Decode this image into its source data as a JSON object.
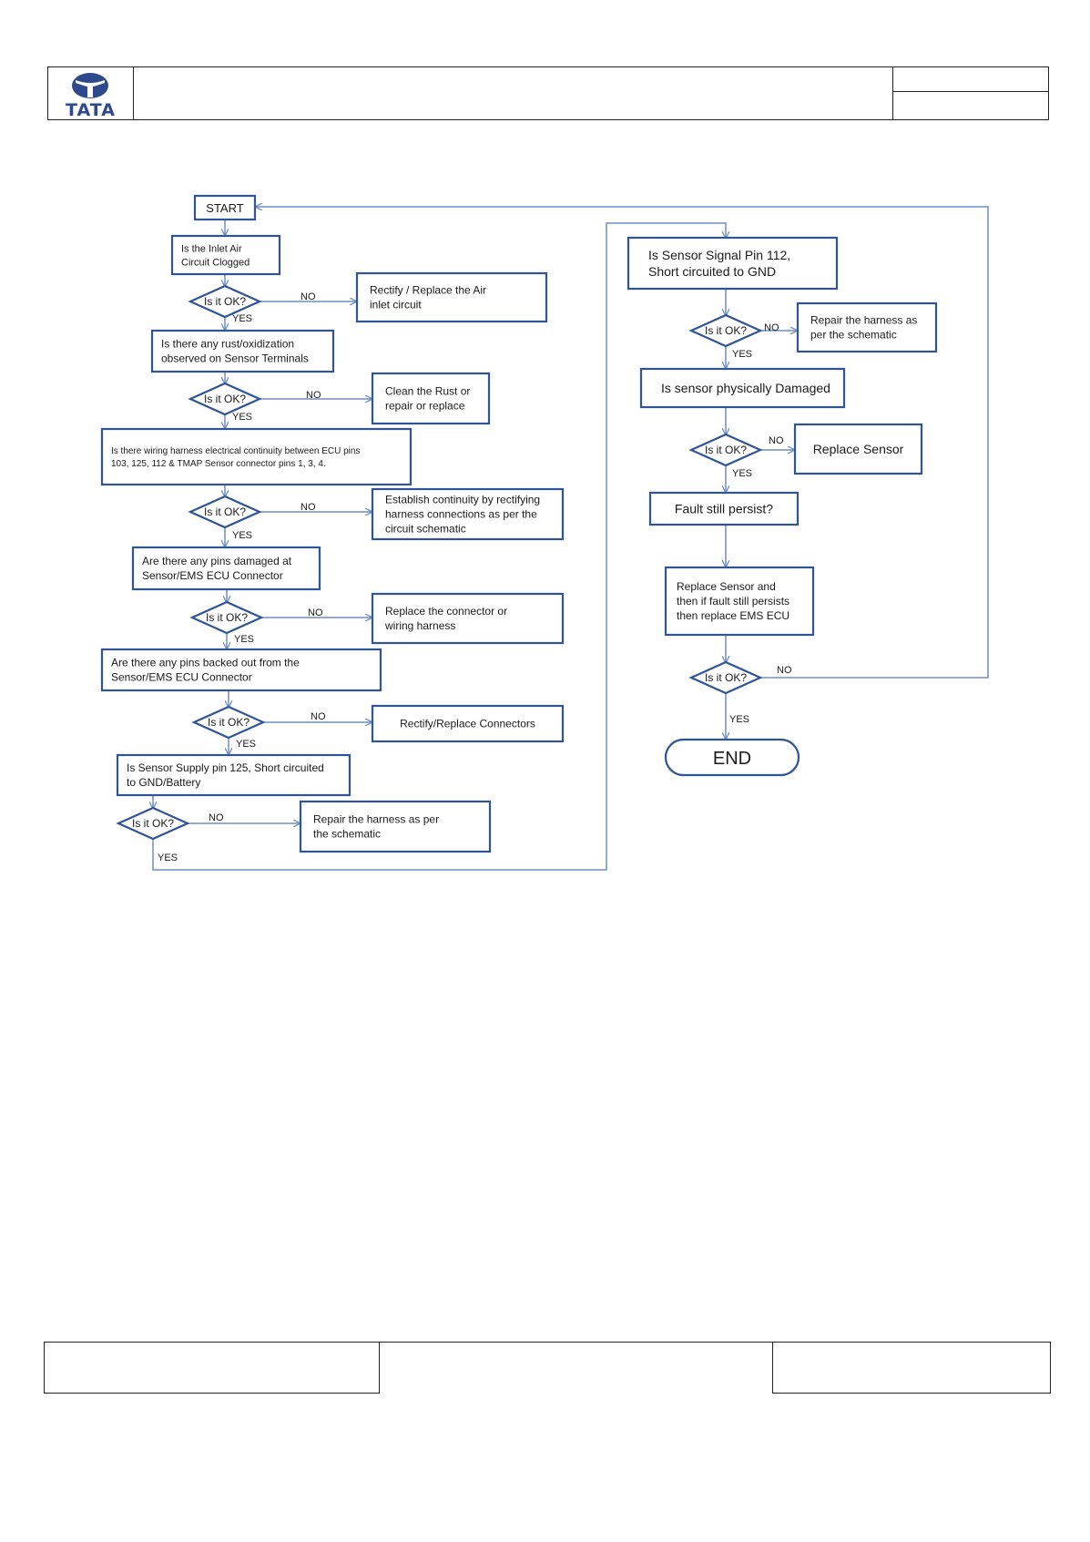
{
  "header": {
    "logo_text": "TATA",
    "colors": {
      "logo": "#2e4a8c",
      "box_border": "#2f5597",
      "arrow": "#6d8fc7"
    }
  },
  "flowchart": {
    "start": "START",
    "end": "END",
    "decision": "Is it OK?",
    "labels": {
      "yes": "YES",
      "no": "NO"
    },
    "left_column": [
      {
        "check": [
          "Is the Inlet Air",
          "Circuit Clogged"
        ],
        "action": [
          "Rectify / Replace the Air",
          "inlet circuit"
        ]
      },
      {
        "check": [
          "Is there any rust/oxidization",
          "observed on Sensor Terminals"
        ],
        "action": [
          "Clean the Rust or",
          "repair or replace"
        ]
      },
      {
        "check": [
          "Is there wiring harness electrical continuity between ECU pins",
          "103, 125, 112 & TMAP Sensor connector pins 1, 3, 4."
        ],
        "action": [
          "Establish continuity by rectifying",
          "harness connections as per the",
          "circuit schematic"
        ]
      },
      {
        "check": [
          "Are there any pins damaged at",
          "Sensor/EMS ECU Connector"
        ],
        "action": [
          "Replace the connector or",
          "wiring harness"
        ]
      },
      {
        "check": [
          "Are there any pins backed out from the",
          "Sensor/EMS ECU Connector"
        ],
        "action": [
          "Rectify/Replace Connectors"
        ]
      },
      {
        "check": [
          "Is Sensor Supply pin 125, Short circuited",
          "to GND/Battery"
        ],
        "action": [
          "Repair the harness as per",
          "the schematic"
        ]
      }
    ],
    "right_column": [
      {
        "check": [
          "Is Sensor Signal Pin 112,",
          "Short circuited to GND"
        ],
        "action": [
          "Repair the harness as",
          "per the schematic"
        ]
      },
      {
        "check": [
          "Is sensor physically Damaged"
        ],
        "action": [
          "Replace Sensor"
        ]
      }
    ],
    "fault_check": "Fault still persist?",
    "final_action": [
      "Replace Sensor and",
      "then if fault still persists",
      "then replace EMS ECU"
    ]
  }
}
